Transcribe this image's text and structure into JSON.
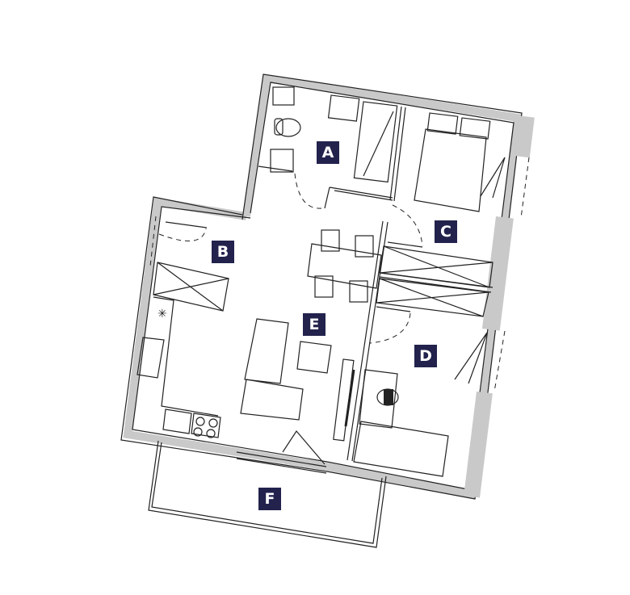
{
  "floor_plan": {
    "label_color": "#22224d",
    "wall_color": "#c9c9c9",
    "rooms": [
      {
        "id": "A",
        "label": "A"
      },
      {
        "id": "B",
        "label": "B"
      },
      {
        "id": "C",
        "label": "C"
      },
      {
        "id": "D",
        "label": "D"
      },
      {
        "id": "E",
        "label": "E"
      },
      {
        "id": "F",
        "label": "F"
      }
    ],
    "symbols": {
      "ventilation": "✳"
    }
  }
}
